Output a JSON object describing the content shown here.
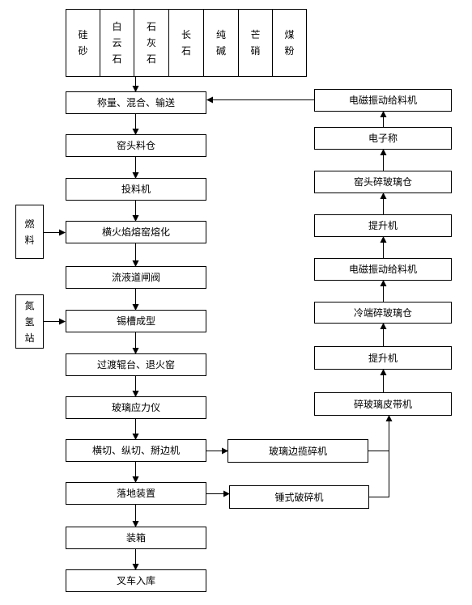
{
  "raw_materials": [
    "硅砂",
    "白云石",
    "石灰石",
    "长石",
    "纯碱",
    "芒硝",
    "煤粉"
  ],
  "main_process": [
    "称量、混合、输送",
    "窑头料仓",
    "投料机",
    "横火焰熔窑熔化",
    "流液道闸阀",
    "锡槽成型",
    "过渡辊台、退火窑",
    "玻璃应力仪",
    "横切、纵切、掰边机",
    "落地装置",
    "装箱",
    "叉车入库"
  ],
  "side_inputs": {
    "fuel": "燃料",
    "nitrogen_hydrogen": "氮氢站"
  },
  "cullet_crushers": {
    "edge_crusher": "玻璃边揽碎机",
    "hammer_crusher": "锤式破碎机"
  },
  "return_line": [
    "碎玻璃皮带机",
    "提升机",
    "冷端碎玻璃仓",
    "电磁振动给料机",
    "提升机",
    "窑头碎玻璃仓",
    "电子称",
    "电磁振动给料机"
  ]
}
